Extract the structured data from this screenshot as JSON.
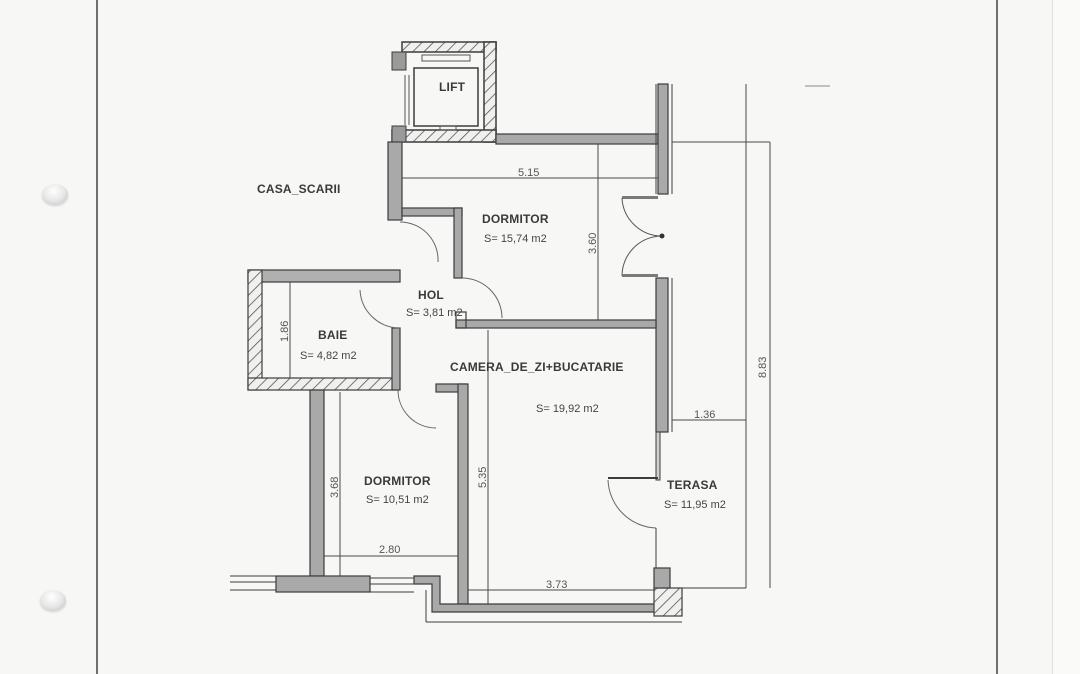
{
  "plan": {
    "rooms": [
      {
        "id": "lift",
        "name": "LIFT"
      },
      {
        "id": "casa_scarii",
        "name": "CASA_SCARII"
      },
      {
        "id": "dormitor_1",
        "name": "DORMITOR",
        "area": "S= 15,74 m2"
      },
      {
        "id": "hol",
        "name": "HOL",
        "area": "S= 3,81 m2"
      },
      {
        "id": "baie",
        "name": "BAIE",
        "area": "S= 4,82 m2"
      },
      {
        "id": "camera_de_zi",
        "name": "CAMERA_DE_ZI+BUCATARIE",
        "area": "S= 19,92 m2"
      },
      {
        "id": "dormitor_2",
        "name": "DORMITOR",
        "area": "S= 10,51 m2"
      },
      {
        "id": "terasa",
        "name": "TERASA",
        "area": "S= 11,95 m2"
      }
    ],
    "dimensions": {
      "dormitor_1_width": "5.15",
      "dormitor_1_depth": "3.60",
      "baie_depth": "1.86",
      "dormitor_2_depth": "3.68",
      "dormitor_2_width": "2.80",
      "camera_depth": "5.35",
      "camera_width": "3.73",
      "terasa_width": "1.36",
      "terasa_length": "8.83"
    }
  },
  "colors": {
    "wall_fill": "#9a9a9a",
    "wall_stroke": "#3c3c3c",
    "line": "#4a4a4a",
    "paper": "#f7f7f6"
  }
}
